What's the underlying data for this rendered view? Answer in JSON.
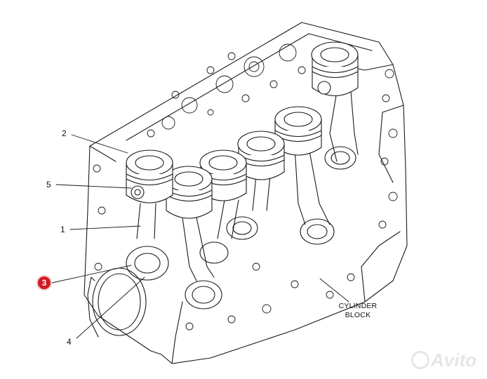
{
  "callouts": {
    "c1": "1",
    "c2": "2",
    "c3": "3",
    "c4": "4",
    "c5": "5"
  },
  "caption": {
    "line1": "CYLINDER",
    "line2": "BLOCK"
  },
  "watermark": "Avito",
  "colors": {
    "line": "#1a1a1a",
    "highlight": "#d01b23"
  }
}
